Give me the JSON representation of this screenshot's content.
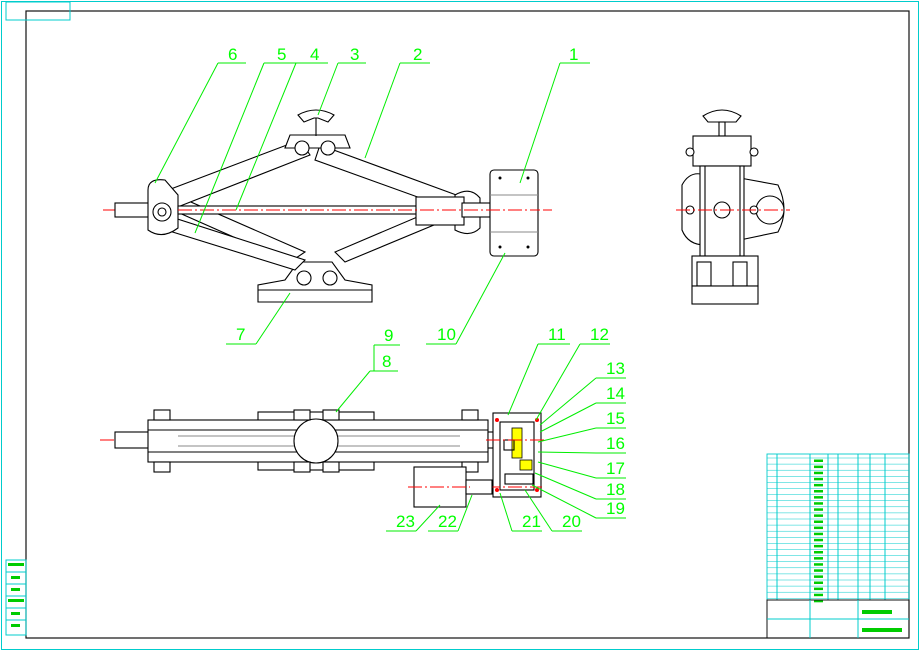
{
  "balloons": [
    {
      "id": "b1",
      "label": "1"
    },
    {
      "id": "b2",
      "label": "2"
    },
    {
      "id": "b3",
      "label": "3"
    },
    {
      "id": "b4",
      "label": "4"
    },
    {
      "id": "b5",
      "label": "5"
    },
    {
      "id": "b6",
      "label": "6"
    },
    {
      "id": "b7",
      "label": "7"
    },
    {
      "id": "b8",
      "label": "8"
    },
    {
      "id": "b9",
      "label": "9"
    },
    {
      "id": "b10",
      "label": "10"
    },
    {
      "id": "b11",
      "label": "11"
    },
    {
      "id": "b12",
      "label": "12"
    },
    {
      "id": "b13",
      "label": "13"
    },
    {
      "id": "b14",
      "label": "14"
    },
    {
      "id": "b15",
      "label": "15"
    },
    {
      "id": "b16",
      "label": "16"
    },
    {
      "id": "b17",
      "label": "17"
    },
    {
      "id": "b18",
      "label": "18"
    },
    {
      "id": "b19",
      "label": "19"
    },
    {
      "id": "b20",
      "label": "20"
    },
    {
      "id": "b21",
      "label": "21"
    },
    {
      "id": "b22",
      "label": "22"
    },
    {
      "id": "b23",
      "label": "23"
    }
  ],
  "colors": {
    "frame": "#00cccc",
    "leader": "#00ee00",
    "outline": "#000000",
    "centerline": "#ff0000",
    "background": "#ffffff"
  }
}
